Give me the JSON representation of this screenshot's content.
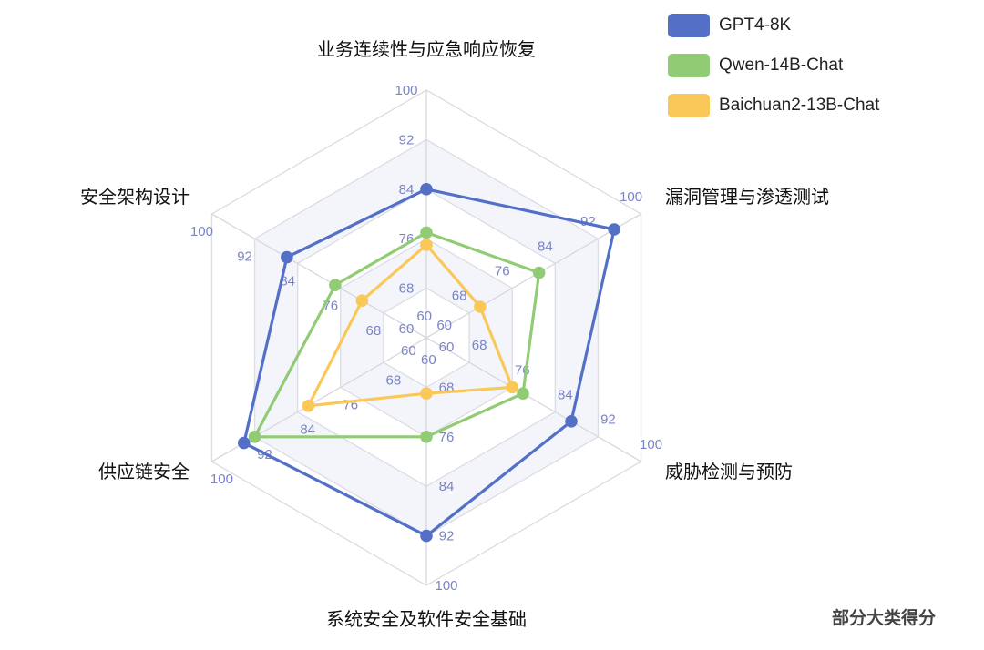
{
  "chart_data": {
    "type": "radar",
    "title": "",
    "indicators": [
      "业务连续性与应急响应恢复",
      "漏洞管理与渗透测试",
      "威胁检测与预防",
      "系统安全及软件安全基础",
      "供应链安全",
      "安全架构设计"
    ],
    "range": [
      60,
      100
    ],
    "ticks": [
      "60",
      "68",
      "76",
      "84",
      "92",
      "100"
    ],
    "series": [
      {
        "name": "GPT4-8K",
        "color": "#5470c6",
        "values": [
          84,
          95,
          87,
          92,
          94,
          86
        ]
      },
      {
        "name": "Qwen-14B-Chat",
        "color": "#91cc75",
        "values": [
          77,
          81,
          78,
          76,
          92,
          77
        ]
      },
      {
        "name": "Baichuan2-13B-Chat",
        "color": "#fac858",
        "values": [
          75,
          70,
          76,
          69,
          82,
          72
        ]
      }
    ],
    "legend_position": "top-right",
    "caption": "部分大类得分"
  }
}
